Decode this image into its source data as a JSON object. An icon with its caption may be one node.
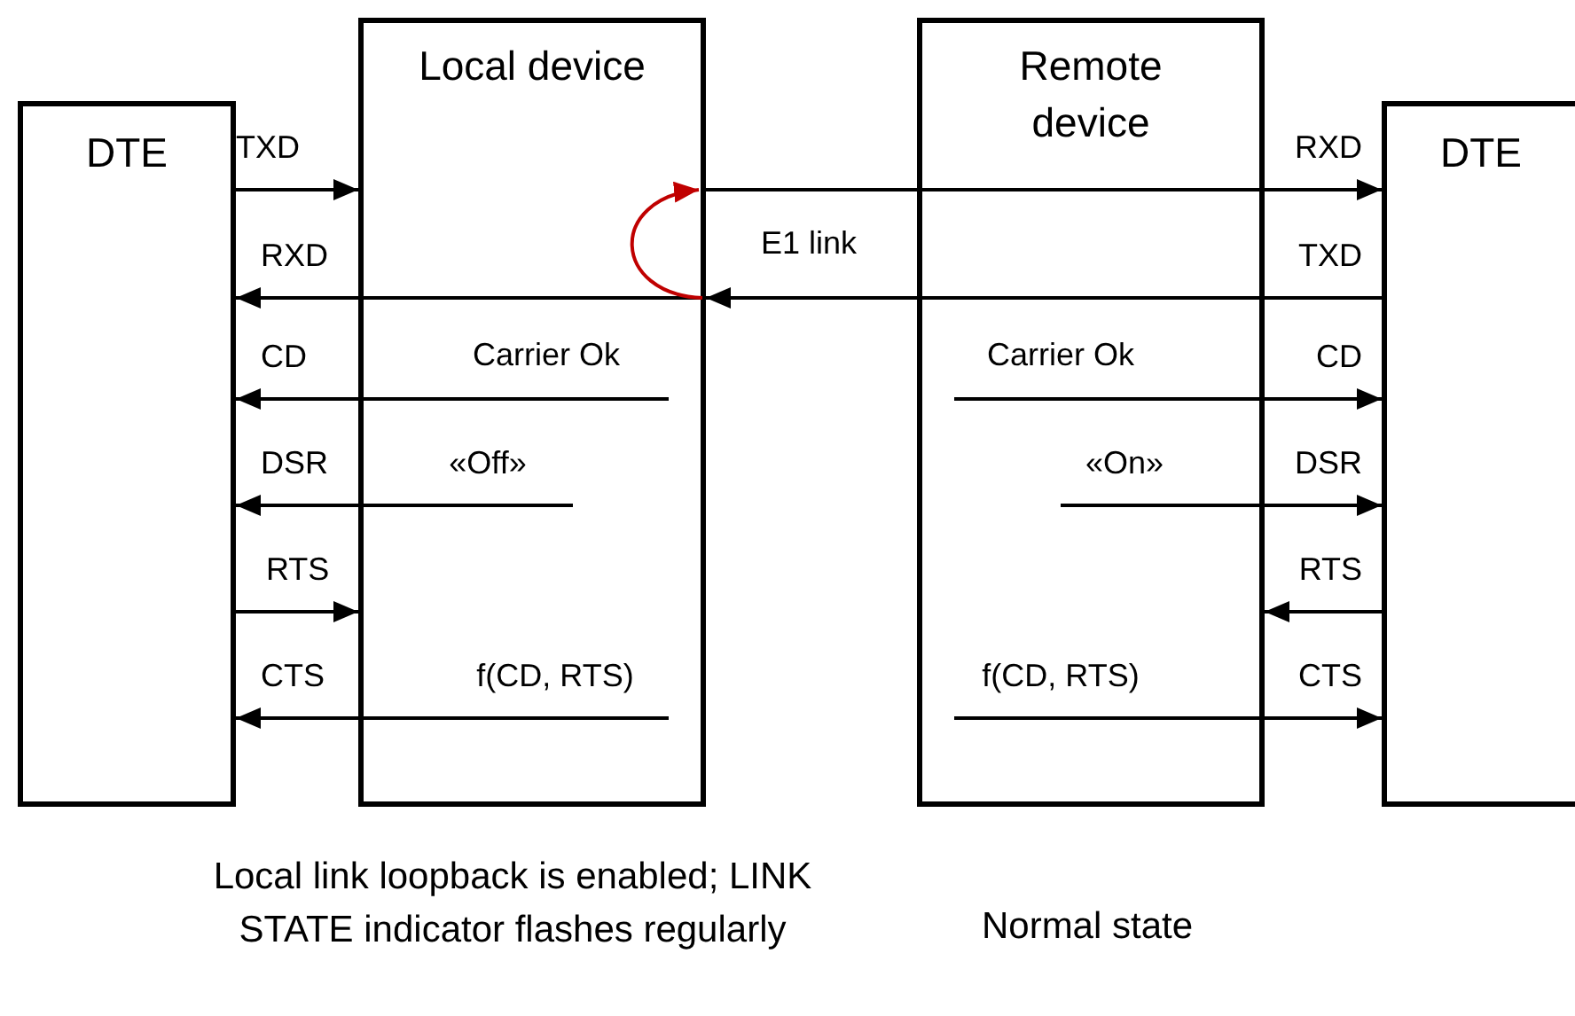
{
  "diagram": {
    "nodes": [
      {
        "text": [
          "DTE"
        ]
      },
      {
        "text": [
          "Local device"
        ]
      },
      {
        "text": [
          "Remote device"
        ]
      },
      {
        "text": [
          "DTE"
        ]
      }
    ],
    "edges": [
      {
        "from": 0,
        "to": 1,
        "arrow": "to",
        "label": "TXD"
      },
      {
        "from": 1,
        "to": 2,
        "arrow": "none"
      },
      {
        "from": 2,
        "to": 3,
        "arrow": "to",
        "label": "RXD"
      },
      {
        "from": 3,
        "to": 2,
        "arrow": "none",
        "label": "TXD"
      },
      {
        "from": 2,
        "to": 1,
        "arrow": "to"
      },
      {
        "from": 1,
        "to": 0,
        "arrow": "to",
        "label": "RXD"
      },
      {
        "from": 1,
        "to": 1,
        "arrow": "to",
        "color": "#c00000"
      },
      {
        "from": 1,
        "to": 0,
        "arrow": "to",
        "label": "CD"
      },
      {
        "from": 1,
        "to": 0,
        "arrow": "to",
        "label": "DSR"
      },
      {
        "from": 0,
        "to": 1,
        "arrow": "to",
        "label": "RTS"
      },
      {
        "from": 1,
        "to": 0,
        "arrow": "to",
        "label": "CTS"
      },
      {
        "from": 2,
        "to": 3,
        "arrow": "to",
        "label": "CD"
      },
      {
        "from": 2,
        "to": 3,
        "arrow": "to",
        "label": "DSR"
      },
      {
        "from": 3,
        "to": 2,
        "arrow": "to",
        "label": "RTS"
      },
      {
        "from": 2,
        "to": 3,
        "arrow": "to",
        "label": "CTS"
      }
    ],
    "labels": [
      "E1 link",
      "Carrier Ok",
      "«Off»",
      "f(CD, RTS)",
      "Carrier Ok",
      "«On»",
      "f(CD, RTS)",
      "Local link loopback is enabled; LINK STATE indicator flashes regularly",
      "Normal state"
    ]
  }
}
